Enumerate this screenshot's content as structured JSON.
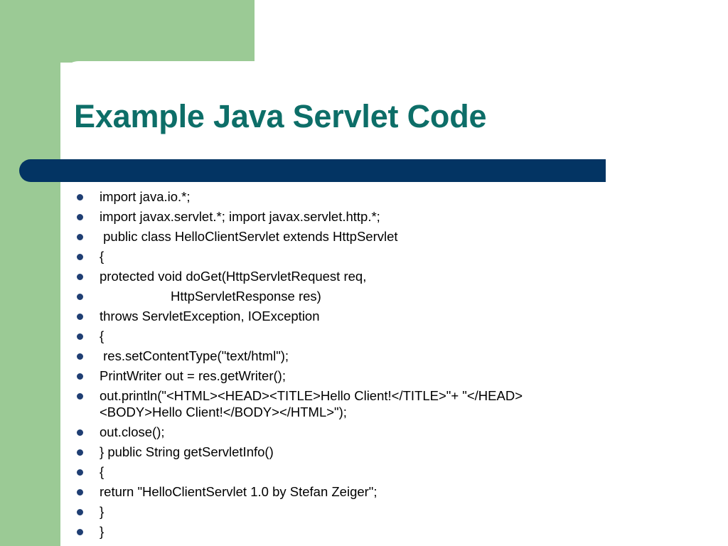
{
  "slide": {
    "title": "Example Java Servlet Code",
    "colors": {
      "green_panel": "#9bca95",
      "navy_bar": "#033463",
      "title_teal": "#0d6e68",
      "bullet_navy": "#1f3e73",
      "body_text": "#000000",
      "background": "#ffffff"
    },
    "bullets": [
      {
        "text": "import java.io.*;",
        "indented": false
      },
      {
        "text": "import javax.servlet.*; import javax.servlet.http.*;",
        "indented": false
      },
      {
        "text": " public class HelloClientServlet extends HttpServlet",
        "indented": false
      },
      {
        "text": "{",
        "indented": false
      },
      {
        "text": "protected void doGet(HttpServletRequest req,",
        "indented": false
      },
      {
        "text": "HttpServletResponse res)",
        "indented": true
      },
      {
        "text": "throws ServletException, IOException",
        "indented": false
      },
      {
        "text": "{",
        "indented": false
      },
      {
        "text": " res.setContentType(\"text/html\");",
        "indented": false
      },
      {
        "text": "PrintWriter out = res.getWriter();",
        "indented": false
      },
      {
        "text": " out.println(\"<HTML><HEAD><TITLE>Hello Client!</TITLE>\"+ \"</HEAD><BODY>Hello Client!</BODY></HTML>\");",
        "indented": false,
        "wrapped": true
      },
      {
        "text": "out.close();",
        "indented": false
      },
      {
        "text": "} public String getServletInfo()",
        "indented": false
      },
      {
        "text": "{",
        "indented": false
      },
      {
        "text": "return \"HelloClientServlet 1.0 by Stefan Zeiger\";",
        "indented": false
      },
      {
        "text": "}",
        "indented": false
      },
      {
        "text": "}",
        "indented": false
      }
    ]
  }
}
